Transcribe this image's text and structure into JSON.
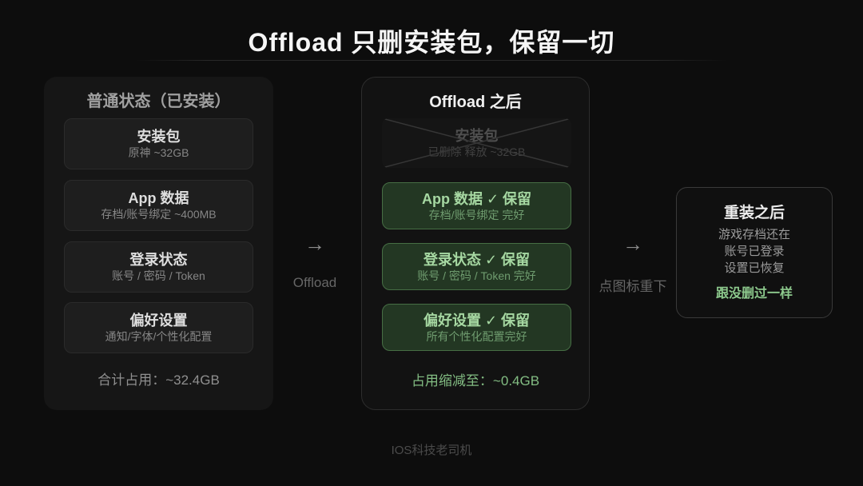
{
  "title": "Offload 只删安装包，保留一切",
  "watermark": "IOS科技老司机",
  "colors": {
    "background": "#0d0d0d",
    "accent_green": "#a6d8a2",
    "green_box_bg": "#233723",
    "green_box_border": "#466e44",
    "title_text": "#f5f5f5"
  },
  "left_panel": {
    "header": "普通状态（已安装）",
    "items": [
      {
        "title": "安装包",
        "subtitle": "原神 ~32GB"
      },
      {
        "title": "App 数据",
        "subtitle": "存档/账号绑定 ~400MB"
      },
      {
        "title": "登录状态",
        "subtitle": "账号 / 密码 / Token"
      },
      {
        "title": "偏好设置",
        "subtitle": "通知/字体/个性化配置"
      }
    ],
    "footer": "合计占用：~32.4GB"
  },
  "middle_panel": {
    "header": "Offload 之后",
    "deleted_item": {
      "title": "安装包",
      "subtitle": "已删除 释放 ~32GB"
    },
    "kept_items": [
      {
        "title": "App 数据 ✓ 保留",
        "subtitle": "存档/账号绑定 完好"
      },
      {
        "title": "登录状态 ✓ 保留",
        "subtitle": "账号 / 密码 / Token 完好"
      },
      {
        "title": "偏好设置 ✓ 保留",
        "subtitle": "所有个性化配置完好"
      }
    ],
    "footer": "占用缩减至：~0.4GB"
  },
  "right_panel": {
    "header": "重装之后",
    "lines": [
      "游戏存档还在",
      "账号已登录",
      "设置已恢复"
    ],
    "highlight": "跟没删过一样"
  },
  "arrow_left": {
    "glyph": "→",
    "label": "Offload"
  },
  "arrow_right": {
    "glyph": "→",
    "label": "点图标重下"
  }
}
